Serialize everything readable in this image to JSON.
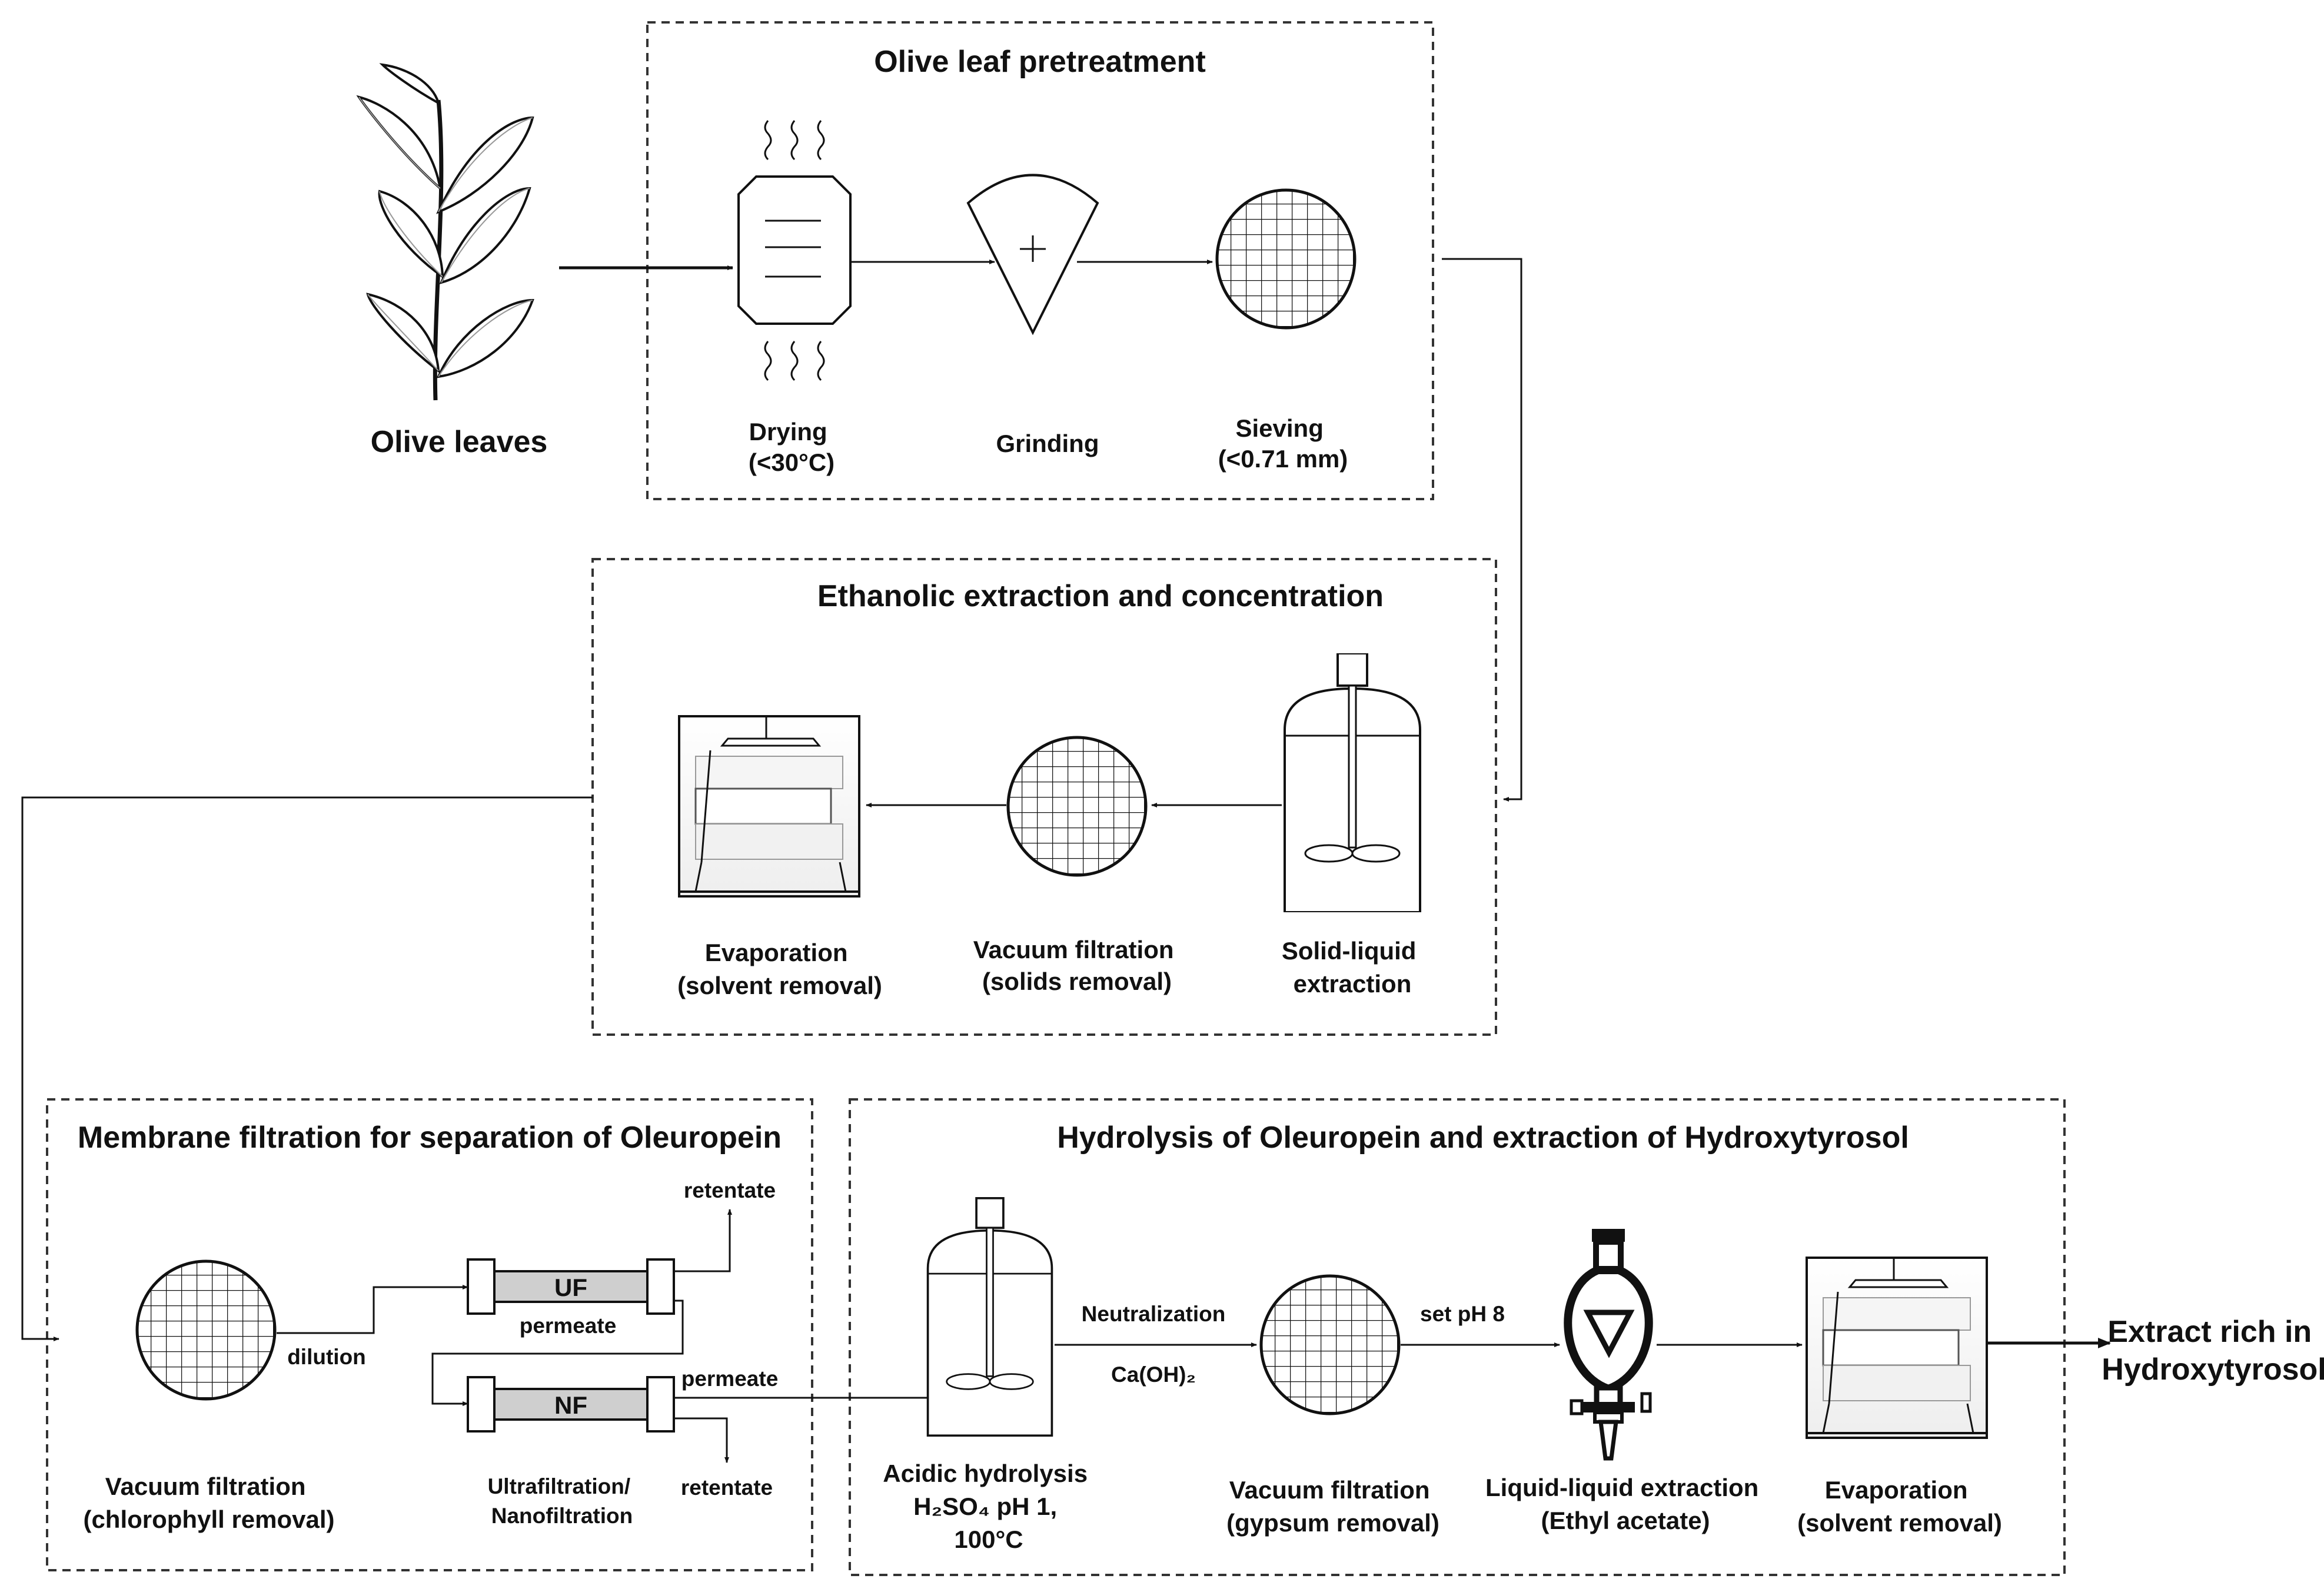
{
  "sections": {
    "pretreatment": "Olive leaf pretreatment",
    "ethanolic": "Ethanolic extraction and concentration",
    "membrane": "Membrane filtration for separation of Oleuropein",
    "hydrolysis": "Hydrolysis of Oleuropein and extraction of Hydroxytyrosol"
  },
  "nodes": {
    "olive_leaves": "Olive leaves",
    "drying": [
      "Drying",
      "(<30°C)"
    ],
    "grinding": "Grinding",
    "sieving": [
      "Sieving",
      "(<0.71 mm)"
    ],
    "solid_liquid": [
      "Solid-liquid",
      "extraction"
    ],
    "vacuum_solids": [
      "Vacuum filtration",
      "(solids removal)"
    ],
    "evaporation_1": [
      "Evaporation",
      "(solvent removal)"
    ],
    "vacuum_chlorophyll": [
      "Vacuum filtration",
      "(chlorophyll removal)"
    ],
    "uf_nf": [
      "Ultrafiltration/",
      "Nanofiltration"
    ],
    "acidic": [
      "Acidic hydrolysis",
      "H₂SO₄ pH 1,",
      "100°C"
    ],
    "vacuum_gypsum": [
      "Vacuum filtration",
      "(gypsum removal)"
    ],
    "lle": [
      "Liquid-liquid extraction",
      "(Ethyl acetate)"
    ],
    "evaporation_2": [
      "Evaporation",
      "(solvent removal)"
    ],
    "product": [
      "Extract rich in",
      "Hydroxytyrosol"
    ]
  },
  "membranes": {
    "uf": "UF",
    "nf": "NF"
  },
  "flows": {
    "dilution": "dilution",
    "retentate_uf": "retentate",
    "permeate_uf": "permeate",
    "permeate_nf": "permeate",
    "retentate_nf": "retentate",
    "neutralization": "Neutralization",
    "caoh2": "Ca(OH)₂",
    "set_ph": "set pH 8"
  }
}
